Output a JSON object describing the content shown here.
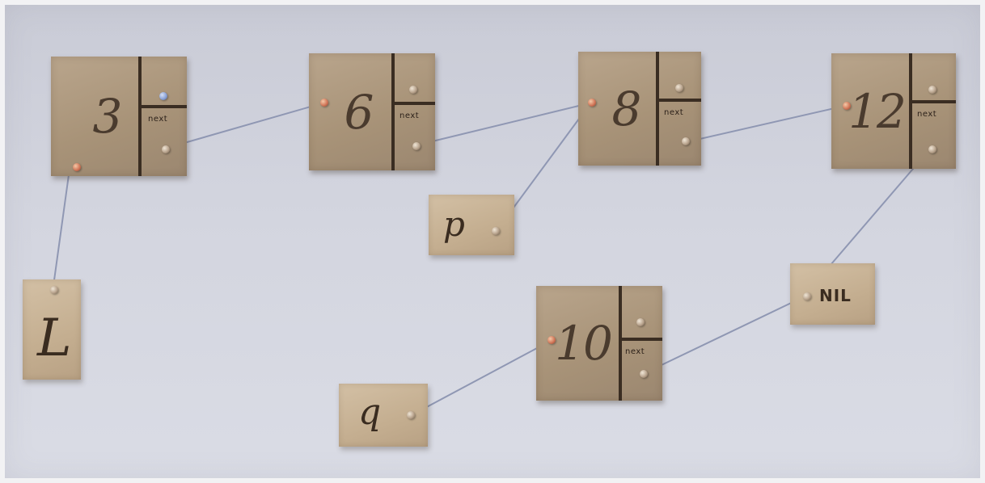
{
  "nodes": [
    {
      "id": "n3",
      "value": "3",
      "next_label": "next"
    },
    {
      "id": "n6",
      "value": "6",
      "next_label": "next"
    },
    {
      "id": "n8",
      "value": "8",
      "next_label": "next"
    },
    {
      "id": "n12",
      "value": "12",
      "next_label": "next"
    },
    {
      "id": "n10",
      "value": "10",
      "next_label": "next"
    }
  ],
  "tags": {
    "L": "L",
    "p": "p",
    "q": "q",
    "nil": "NIL"
  },
  "colors": {
    "wall": "#d3d5df",
    "wood": "#a89378",
    "tag_wood": "#c4ae90",
    "string": "#9aa3bd"
  }
}
